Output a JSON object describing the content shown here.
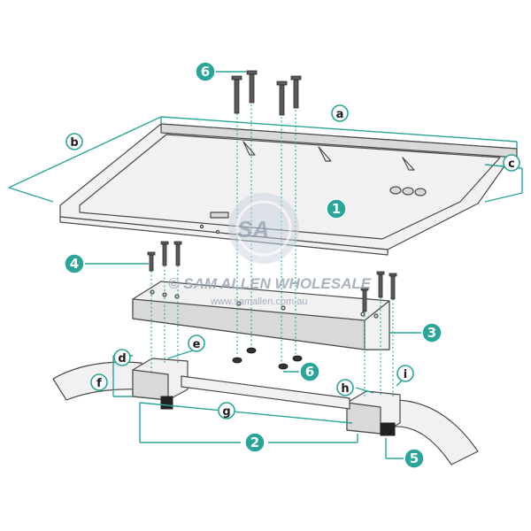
{
  "callouts": {
    "c1": "1",
    "c2": "2",
    "c3": "3",
    "c4": "4",
    "c5": "5",
    "c6_top": "6",
    "c6_bottom": "6"
  },
  "dimensions": {
    "a": "a",
    "b": "b",
    "c": "c",
    "d": "d",
    "e": "e",
    "f": "f",
    "g": "g",
    "h": "h",
    "i": "i"
  },
  "watermark": {
    "text": "© SAM ALLEN WHOLESALE",
    "url": "www.samallen.com.au"
  },
  "colors": {
    "accent": "#2aa59a",
    "outline": "#4a4a4a"
  }
}
